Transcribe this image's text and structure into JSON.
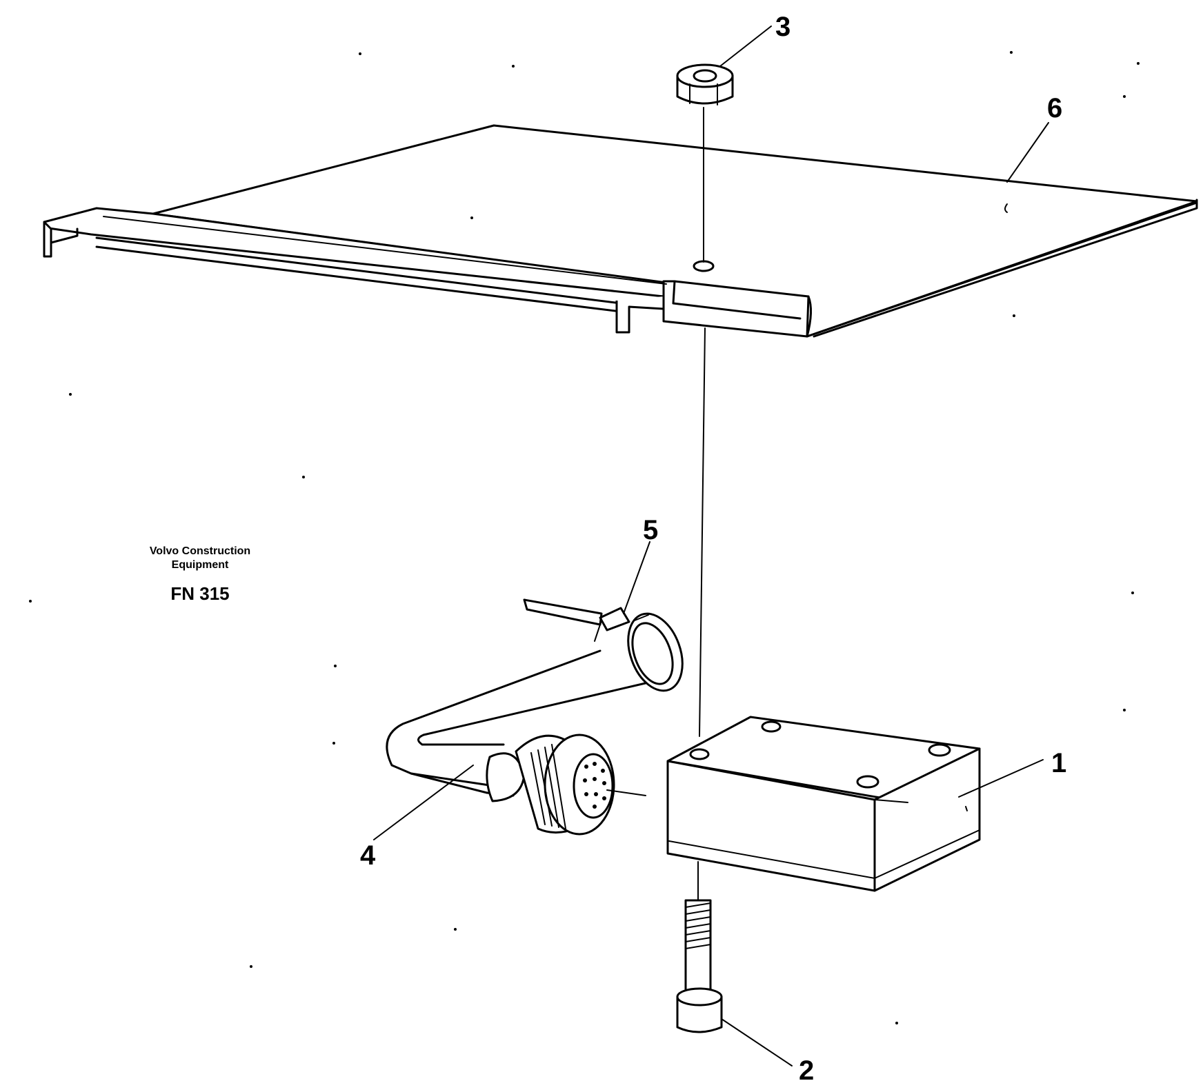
{
  "diagram": {
    "maker_line1": "Volvo Construction",
    "maker_line2": "Equipment",
    "figure_code": "FN 315",
    "callouts": {
      "c1": "1",
      "c2": "2",
      "c3": "3",
      "c4": "4",
      "c5": "5",
      "c6": "6"
    }
  }
}
